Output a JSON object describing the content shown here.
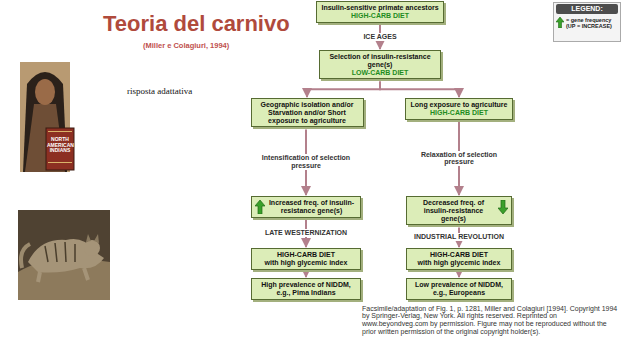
{
  "diagram": {
    "title": "Teoria del carnivo",
    "caption": "Facsimile/adaptation of Fig. 1, p. 1281, Miller and Colagiuri [1994]. Copyright 1994 by Springer-Verlag, New York. All rights reserved. Reprinted on www.beyondveg.com by permission. Figure may not be reproduced without the prior written permission of the original copyright holder(s).",
    "nodes": [
      {
        "text": [
          "Insulin-sensitive primate ancestors",
          "HIGH-CARB DIET"
        ]
      },
      {
        "text": [
          "Selection of insulin-resistance gene(s)",
          "LOW-CARB DIET"
        ]
      },
      {
        "text": [
          "Geographic isolation and/or Starvation and/or Short exposure to agriculture"
        ]
      },
      {
        "text": [
          "Long exposure to agriculture",
          "HIGH-CARB DIET"
        ]
      },
      {
        "text": [
          "Increased freq. of insulin-resistance gene(s)"
        ]
      },
      {
        "text": [
          "Decreased freq. of insulin-resistance gene(s)"
        ]
      },
      {
        "text": [
          "HIGH-CARB DIET",
          "with high glycemic index"
        ]
      },
      {
        "text": [
          "HIGH-CARB DIET",
          "with high glycemic index"
        ]
      },
      {
        "text": [
          "High prevalence of NIDDM, e.g., Pima Indians"
        ]
      },
      {
        "text": [
          "Low prevalence of NIDDM, e.g., Europeans"
        ]
      }
    ],
    "edges": [
      {
        "from": 0,
        "to": 1,
        "arrow": "to",
        "label": "ICE AGES"
      },
      {
        "from": 1,
        "to": 2,
        "arrow": "to"
      },
      {
        "from": 1,
        "to": 3,
        "arrow": "to"
      },
      {
        "from": 2,
        "to": 4,
        "arrow": "to",
        "label": "Intensification of selection pressure"
      },
      {
        "from": 3,
        "to": 5,
        "arrow": "to",
        "label": "Relaxation of selection pressure"
      },
      {
        "from": 4,
        "to": 6,
        "arrow": "to",
        "label": "LATE WESTERNIZATION"
      },
      {
        "from": 5,
        "to": 7,
        "arrow": "to",
        "label": "INDUSTRIAL REVOLUTION"
      },
      {
        "from": 6,
        "to": 8,
        "arrow": "to"
      },
      {
        "from": 7,
        "to": 9,
        "arrow": "to"
      }
    ],
    "labels": [
      "(Miller e Colagiuri, 1994)",
      "risposta adattativa",
      "LEGEND:",
      "NORTH AMERICAN INDIANS"
    ],
    "legend": [
      {
        "text": "= gene frequency (UP = INCREASE)"
      }
    ]
  }
}
